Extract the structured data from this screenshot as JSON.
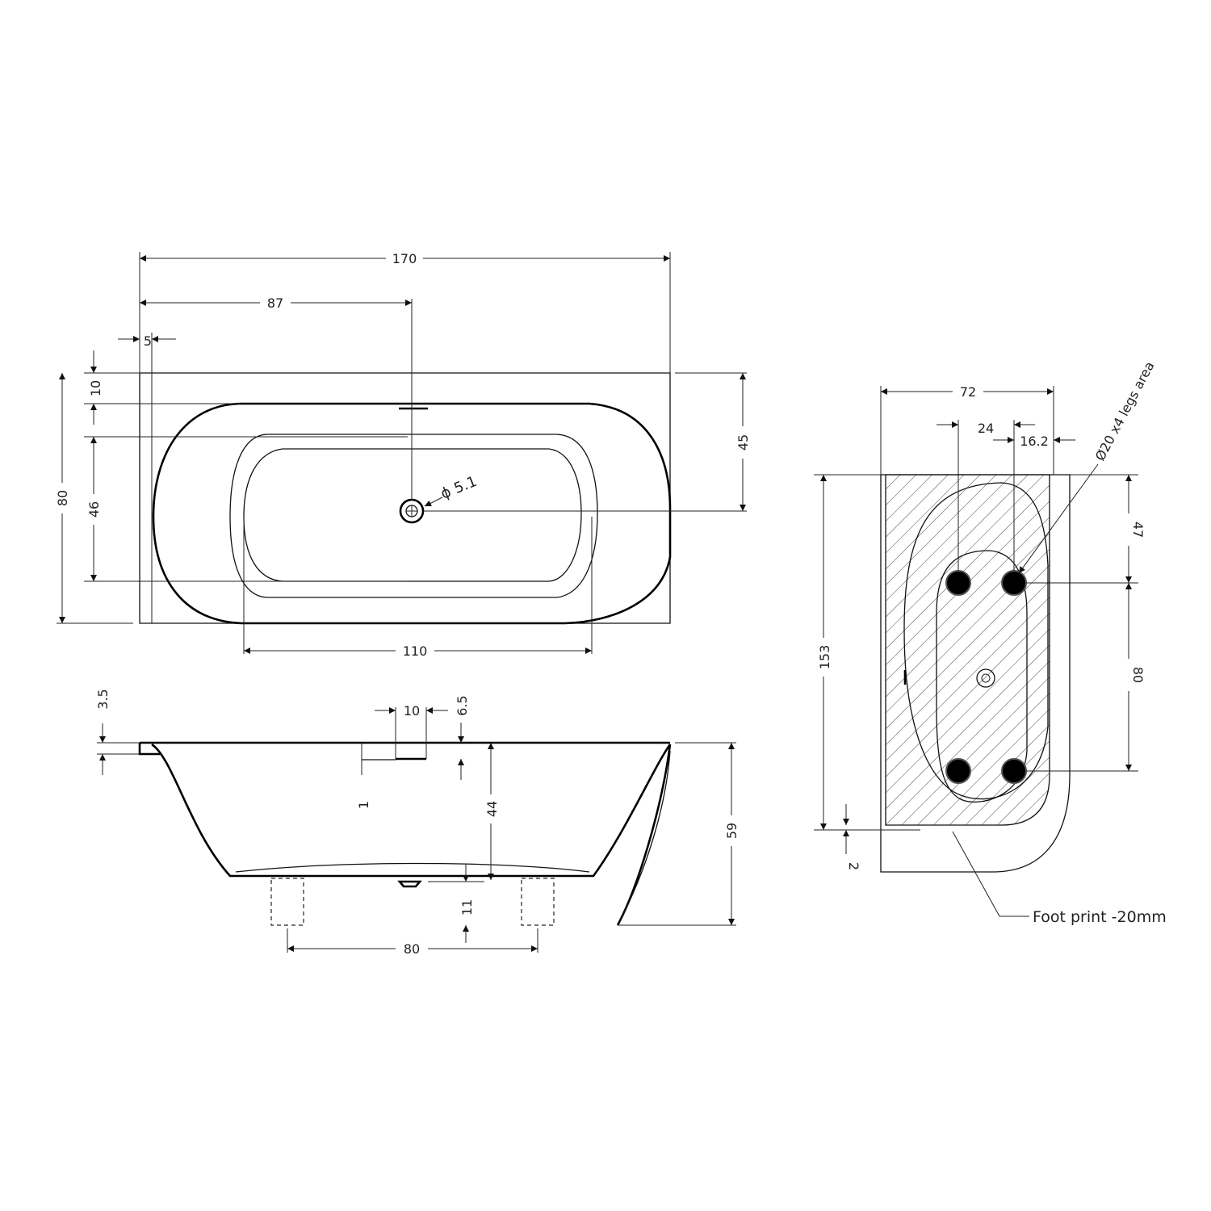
{
  "top_view": {
    "length": "170",
    "drain_offset": "87",
    "rim_margin": "5",
    "rim_top": "10",
    "width": "80",
    "inner_width": "46",
    "drain_to_back": "45",
    "drain_diameter": "ϕ 5.1",
    "inner_length": "110"
  },
  "side_view": {
    "rim_thickness": "3.5",
    "overflow_width": "10",
    "overflow_offset": "6.5",
    "overflow_height": "1",
    "depth_inner": "44",
    "height_total": "59",
    "drain_height": "11",
    "leg_spacing": "80"
  },
  "plan_view": {
    "width": "72",
    "leg_offset_a": "24",
    "leg_offset_b": "16.2",
    "legs_note": "Ø20 x4 legs area",
    "length": "153",
    "leg_offset_c": "47",
    "leg_spacing": "80",
    "clearance": "2",
    "footprint_note": "Foot print -20mm"
  }
}
